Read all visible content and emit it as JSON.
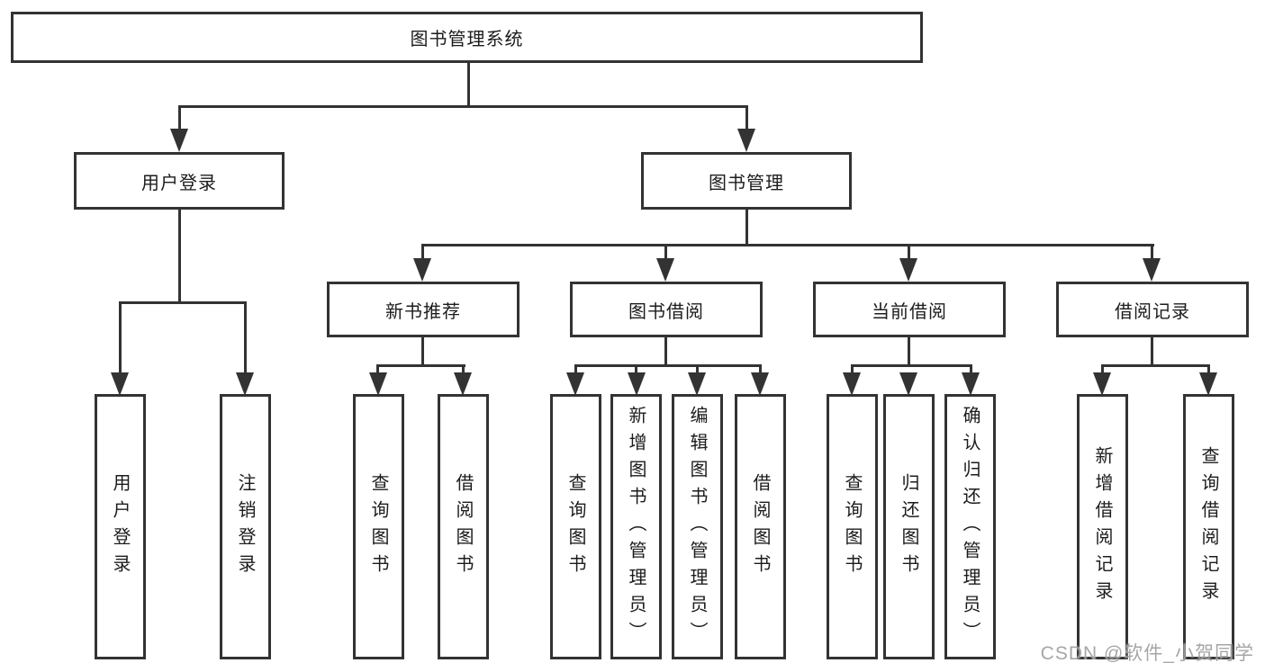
{
  "diagram": {
    "root": {
      "label": "图书管理系统"
    },
    "level2": [
      {
        "label": "用户登录"
      },
      {
        "label": "图书管理"
      }
    ],
    "level3": [
      {
        "label": "新书推荐"
      },
      {
        "label": "图书借阅"
      },
      {
        "label": "当前借阅"
      },
      {
        "label": "借阅记录"
      }
    ],
    "leaves": [
      {
        "label": "用户登录",
        "parent": "用户登录"
      },
      {
        "label": "注销登录",
        "parent": "用户登录"
      },
      {
        "label": "查询图书",
        "parent": "新书推荐"
      },
      {
        "label": "借阅图书",
        "parent": "新书推荐"
      },
      {
        "label": "查询图书",
        "parent": "图书借阅"
      },
      {
        "label": "新增图书（管理员）",
        "parent": "图书借阅"
      },
      {
        "label": "编辑图书（管理员）",
        "parent": "图书借阅"
      },
      {
        "label": "借阅图书",
        "parent": "图书借阅"
      },
      {
        "label": "查询图书",
        "parent": "当前借阅"
      },
      {
        "label": "归还图书",
        "parent": "当前借阅"
      },
      {
        "label": "确认归还（管理员）",
        "parent": "当前借阅"
      },
      {
        "label": "新增借阅记录",
        "parent": "借阅记录"
      },
      {
        "label": "查询借阅记录",
        "parent": "借阅记录"
      }
    ],
    "watermark": "CSDN @软件_小贺同学",
    "colors": {
      "line": "#333333",
      "text": "#1c1c1c",
      "background": "#ffffff",
      "watermark": "#a0a0a0"
    }
  }
}
